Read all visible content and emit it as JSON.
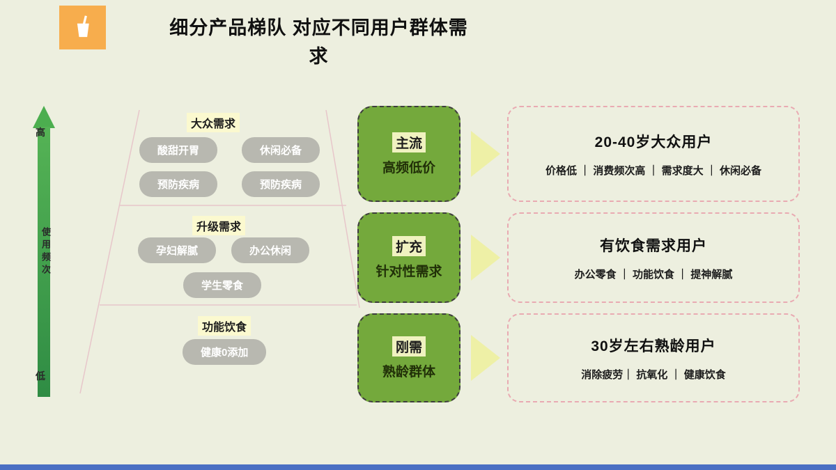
{
  "colors": {
    "background": "#edefdf",
    "accent_orange": "#f7ad4d",
    "arrow_green": "#4cae4f",
    "green_box": "#74a93c",
    "pill_gray": "#b8b8b0",
    "label_highlight_yellow": "#fbf9cf",
    "triangle_yellow": "#eef0a6",
    "dashed_pink": "#e9aab2",
    "bottom_bar_blue": "#4a6fc3"
  },
  "header": {
    "icon": "drink-cup-icon",
    "title_line1": "细分产品梯队  对应不同用户群体需",
    "title_line2": "求"
  },
  "axis": {
    "top": "高",
    "label": "使用频次",
    "bottom": "低"
  },
  "funnel": {
    "tiers": [
      {
        "label": "大众需求",
        "pills": [
          "酸甜开胃",
          "休闲必备",
          "预防疾病",
          "预防疾病"
        ]
      },
      {
        "label": "升级需求",
        "pills": [
          "孕妇解腻",
          "办公休闲",
          "学生零食"
        ]
      },
      {
        "label": "功能饮食",
        "pills": [
          "健康0添加"
        ]
      }
    ]
  },
  "segments": [
    {
      "tag": "主流",
      "subtitle": "高频低价"
    },
    {
      "tag": "扩充",
      "subtitle": "针对性需求"
    },
    {
      "tag": "刚需",
      "subtitle": "熟龄群体"
    }
  ],
  "audiences": [
    {
      "title": "20-40岁大众用户",
      "details": "价格低 ｜ 消费频次高 ｜ 需求度大 ｜ 休闲必备"
    },
    {
      "title": "有饮食需求用户",
      "details": "办公零食 ｜ 功能饮食 ｜ 提神解腻"
    },
    {
      "title": "30岁左右熟龄用户",
      "details": "消除疲劳｜ 抗氧化 ｜ 健康饮食"
    }
  ]
}
